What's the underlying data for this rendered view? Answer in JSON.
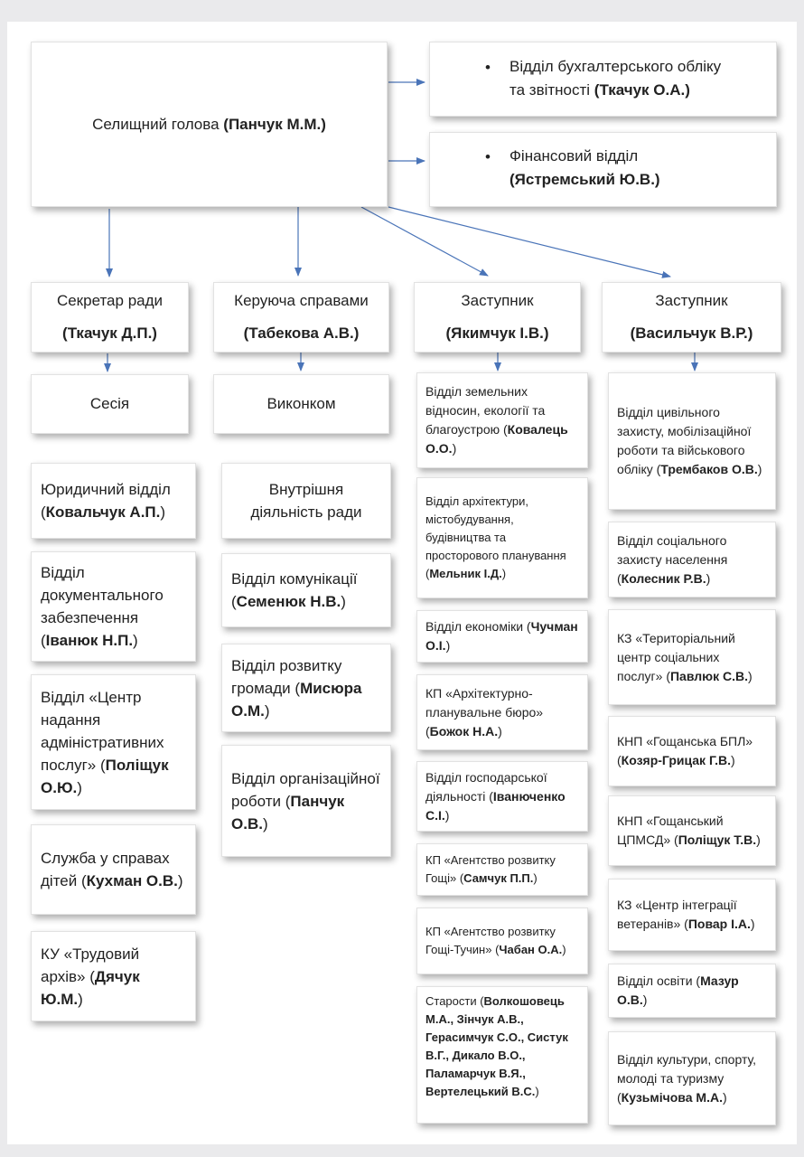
{
  "head": {
    "title": "Селищний голова ",
    "name": "(Панчук М.М.)"
  },
  "side_boxes": [
    {
      "line1": "Відділ бухгалтерського обліку",
      "line2": "та звітності ",
      "name": "(Ткачук О.А.)"
    },
    {
      "line1": "Фінансовий відділ",
      "name": "(Ястремський Ю.В.)"
    }
  ],
  "columns": [
    {
      "title": "Секретар ради",
      "name": "(Ткачук Д.П.)",
      "sub": "Сесія"
    },
    {
      "title": "Керуюча справами",
      "name": "(Табекова А.В.)",
      "sub": "Виконком"
    },
    {
      "title": "Заступник",
      "name": "(Якимчук І.В.)"
    },
    {
      "title": "Заступник",
      "name": "(Васильчук В.Р.)"
    }
  ],
  "col1_units": [
    {
      "pre": "Юридичний відділ (",
      "bold": "Ковальчук А.П.",
      "post": ")"
    },
    {
      "pre": "Відділ документального забезпечення (",
      "bold": "Іванюк Н.П.",
      "post": ")"
    },
    {
      "pre": "Відділ «Центр надання адміністративних послуг» (",
      "bold": "Поліщук О.Ю.",
      "post": ")"
    },
    {
      "pre": "Служба у справах дітей (",
      "bold": "Кухман О.В.",
      "post": ")"
    },
    {
      "pre": "КУ «Трудовий архів» (",
      "bold": "Дячук Ю.М.",
      "post": ")"
    }
  ],
  "col2_units": [
    {
      "pre": "Внутрішня діяльність ради",
      "bold": "",
      "post": ""
    },
    {
      "pre": "Відділ комунікації (",
      "bold": "Семенюк Н.В.",
      "post": ")"
    },
    {
      "pre": "Відділ розвитку громади (",
      "bold": "Мисюра О.М.",
      "post": ")"
    },
    {
      "pre": "Відділ організаційної роботи (",
      "bold": "Панчук О.В.",
      "post": ")"
    }
  ],
  "col3_units": [
    {
      "pre": "Відділ земельних відносин, екології та благоустрою (",
      "bold": "Ковалець О.О.",
      "post": ")"
    },
    {
      "pre": "Відділ архітектури, містобудування, будівництва та просторового планування (",
      "bold": "Мельник І.Д.",
      "post": ")"
    },
    {
      "pre": "Відділ економіки (",
      "bold": "Чучман О.І.",
      "post": ")"
    },
    {
      "pre": "КП «Архітектурно-планувальне бюро» (",
      "bold": "Божок Н.А.",
      "post": ")"
    },
    {
      "pre": "Відділ господарської діяльності (",
      "bold": "Іванюченко С.І.",
      "post": ")"
    },
    {
      "pre": "КП «Агентство розвитку Гощі» (",
      "bold": "Самчук П.П.",
      "post": ")"
    },
    {
      "pre": "КП «Агентство розвитку Гощі-Тучин» (",
      "bold": "Чабан О.А.",
      "post": ")"
    },
    {
      "pre": "Старости (",
      "bold": "Волкошовець М.А., Зінчук А.В., Герасимчук С.О., Систук В.Г., Дикало В.О., Паламарчук В.Я., Вертелецький В.С.",
      "post": ")"
    }
  ],
  "col4_units": [
    {
      "pre": "Відділ цивільного захисту, мобілізаційної роботи та військового обліку (",
      "bold": "Трембаков О.В.",
      "post": ")"
    },
    {
      "pre": "Відділ соціального захисту населення (",
      "bold": "Колесник Р.В.",
      "post": ")"
    },
    {
      "pre": "КЗ «Територіальний центр соціальних послуг» (",
      "bold": "Павлюк С.В.",
      "post": ")"
    },
    {
      "pre": "КНП «Гощанська БПЛ» (",
      "bold": "Козяр-Грицак Г.В.",
      "post": ")"
    },
    {
      "pre": "КНП «Гощанський ЦПМСД» (",
      "bold": "Поліщук Т.В.",
      "post": ")"
    },
    {
      "pre": "КЗ «Центр інтеграції ветеранів» (",
      "bold": "Повар І.А.",
      "post": ")"
    },
    {
      "pre": "Відділ освіти (",
      "bold": "Мазур О.В.",
      "post": ")"
    },
    {
      "pre": "Відділ культури, спорту, молоді та туризму (",
      "bold": "Кузьмічова М.А.",
      "post": ")"
    }
  ],
  "colors": {
    "arrow": "#4a74b8",
    "shadow": "#9a9a9a",
    "background": "#eaeaec"
  }
}
